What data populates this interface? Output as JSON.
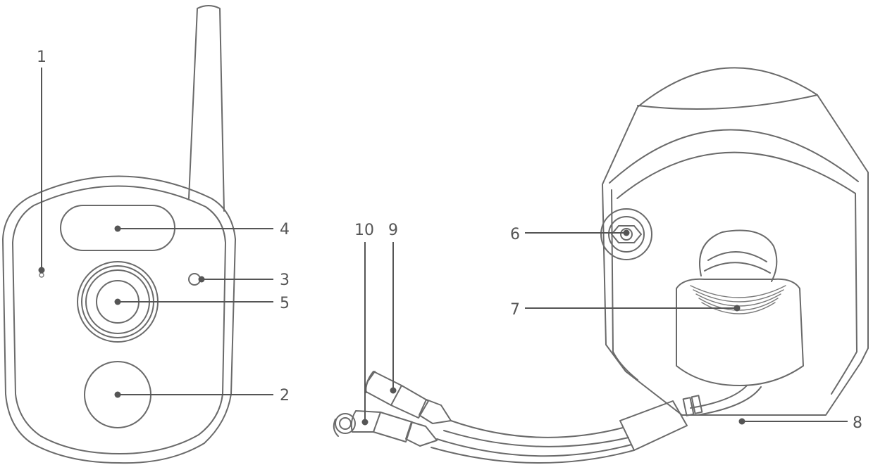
{
  "callouts": {
    "c1": "1",
    "c2": "2",
    "c3": "3",
    "c4": "4",
    "c5": "5",
    "c6": "6",
    "c7": "7",
    "c8": "8",
    "c9": "9",
    "c10": "10"
  },
  "colors": {
    "line": "#555555",
    "outline": "#6a6a6a",
    "background": "#ffffff"
  }
}
